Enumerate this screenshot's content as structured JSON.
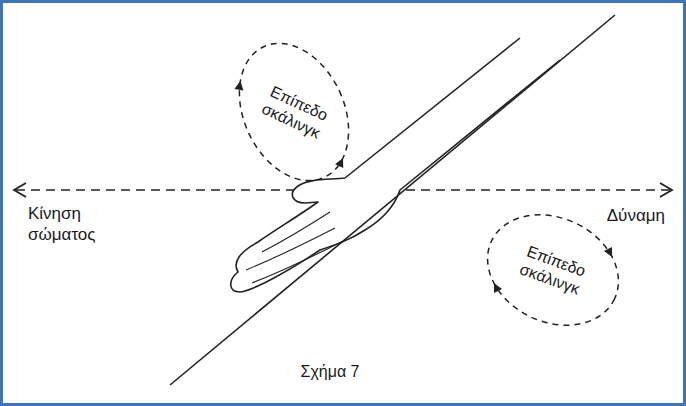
{
  "diagram": {
    "caption": "Σχήμα 7",
    "nodes": [
      {
        "text": [
          "Επίπεδο σκάλινγκ"
        ]
      },
      {
        "text": [
          "Επίπεδο σκάλινγκ"
        ]
      }
    ],
    "labels": [
      "Κίνηση σώματος",
      "Δύναμη"
    ]
  }
}
